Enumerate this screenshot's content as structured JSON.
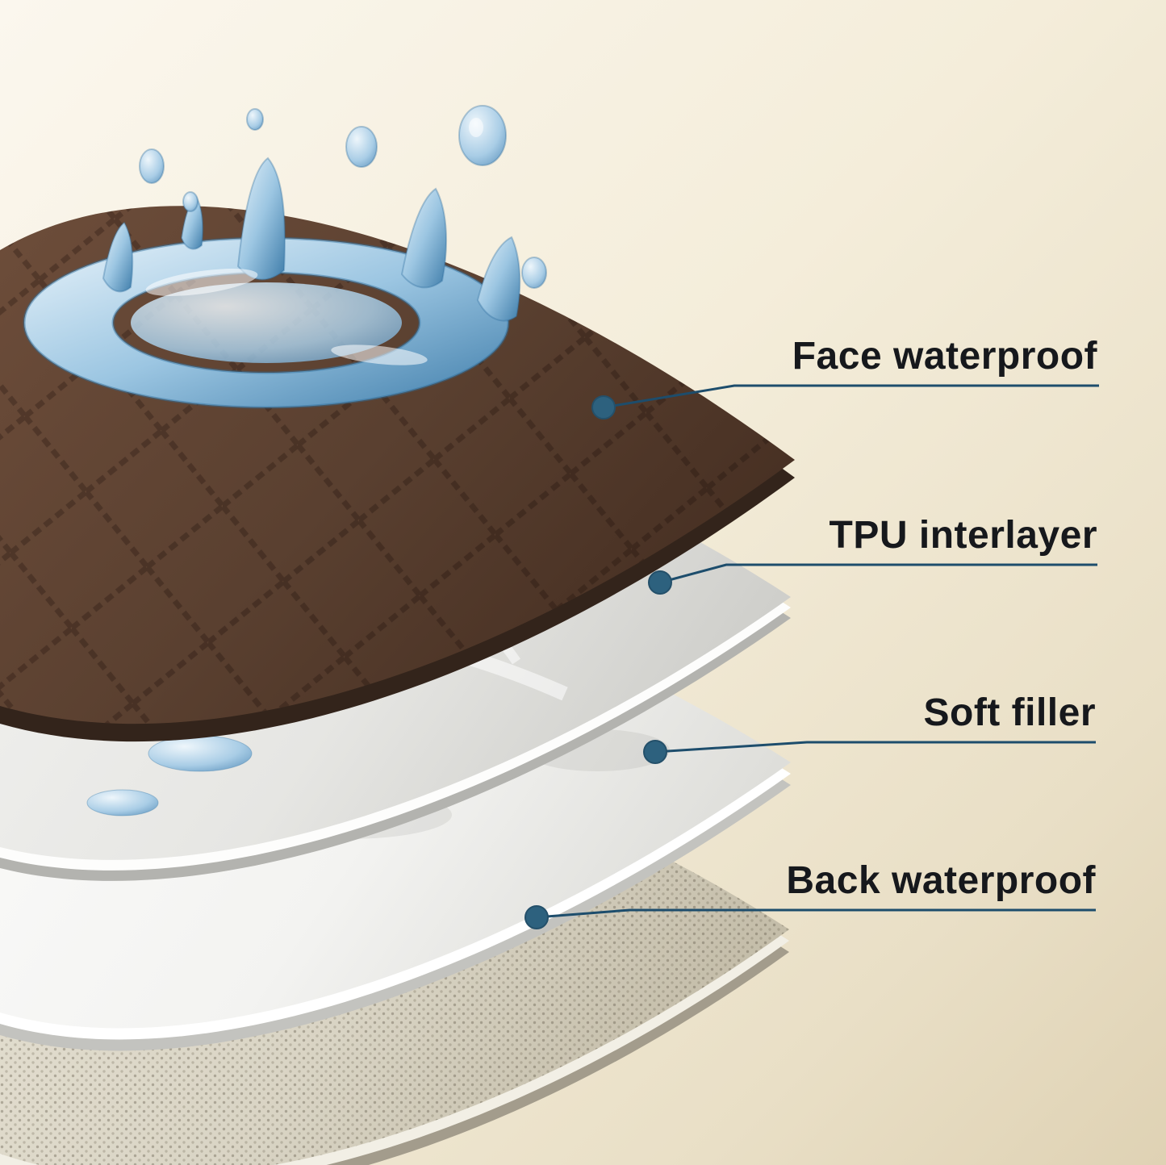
{
  "title": "Waterproof layered pad structure diagram",
  "background": {
    "top_left": "#fbf7ee",
    "bottom_right": "#dfd2b4"
  },
  "accent": {
    "callout_line": "#1d4d6c",
    "callout_dot": "#2d617e",
    "label_text": "#16181c"
  },
  "callouts": [
    {
      "label": "Face waterproof"
    },
    {
      "label": "TPU interlayer"
    },
    {
      "label": "Soft filler"
    },
    {
      "label": "Back waterproof"
    }
  ],
  "layers": [
    {
      "name": "face-waterproof-layer",
      "color": "#5d4232"
    },
    {
      "name": "tpu-interlayer-layer",
      "color": "#e7e7e4"
    },
    {
      "name": "soft-filler-layer",
      "color": "#f6f6f4"
    },
    {
      "name": "back-waterproof-layer",
      "color": "#dcd7c8"
    }
  ],
  "water": {
    "highlight": "#e8f3fa",
    "mid": "#9cc6e2",
    "deep": "#3f7daa"
  }
}
